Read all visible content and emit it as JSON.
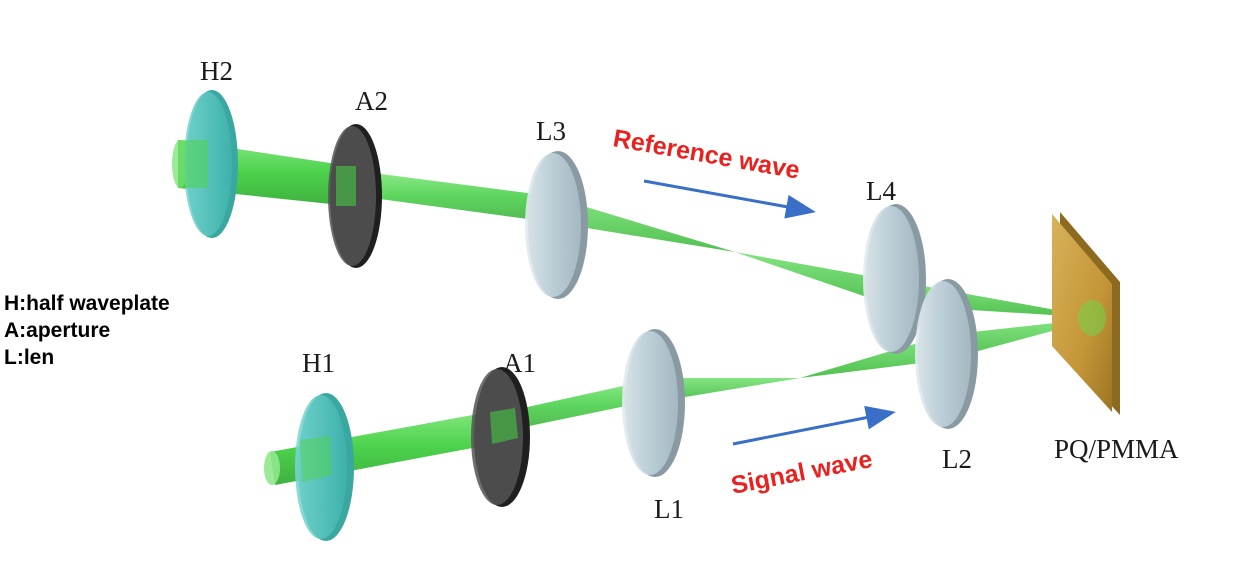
{
  "labels": {
    "h2": "H2",
    "a2": "A2",
    "l3": "L3",
    "l4": "L4",
    "h1": "H1",
    "a1": "A1",
    "l1": "L1",
    "l2": "L2",
    "sample": "PQ/PMMA"
  },
  "beams": {
    "reference": "Reference wave",
    "signal": "Signal wave"
  },
  "legend": [
    "H:half waveplate",
    "A:aperture",
    "L:len"
  ],
  "colors": {
    "beam": "#3fd23f",
    "waveplate": "#4fc4bf",
    "aperture": "#2b2b2b",
    "lens": "#c6d6df",
    "sample": "#c9a046",
    "arrow": "#3a6fc8",
    "text_red": "#e8231f"
  }
}
